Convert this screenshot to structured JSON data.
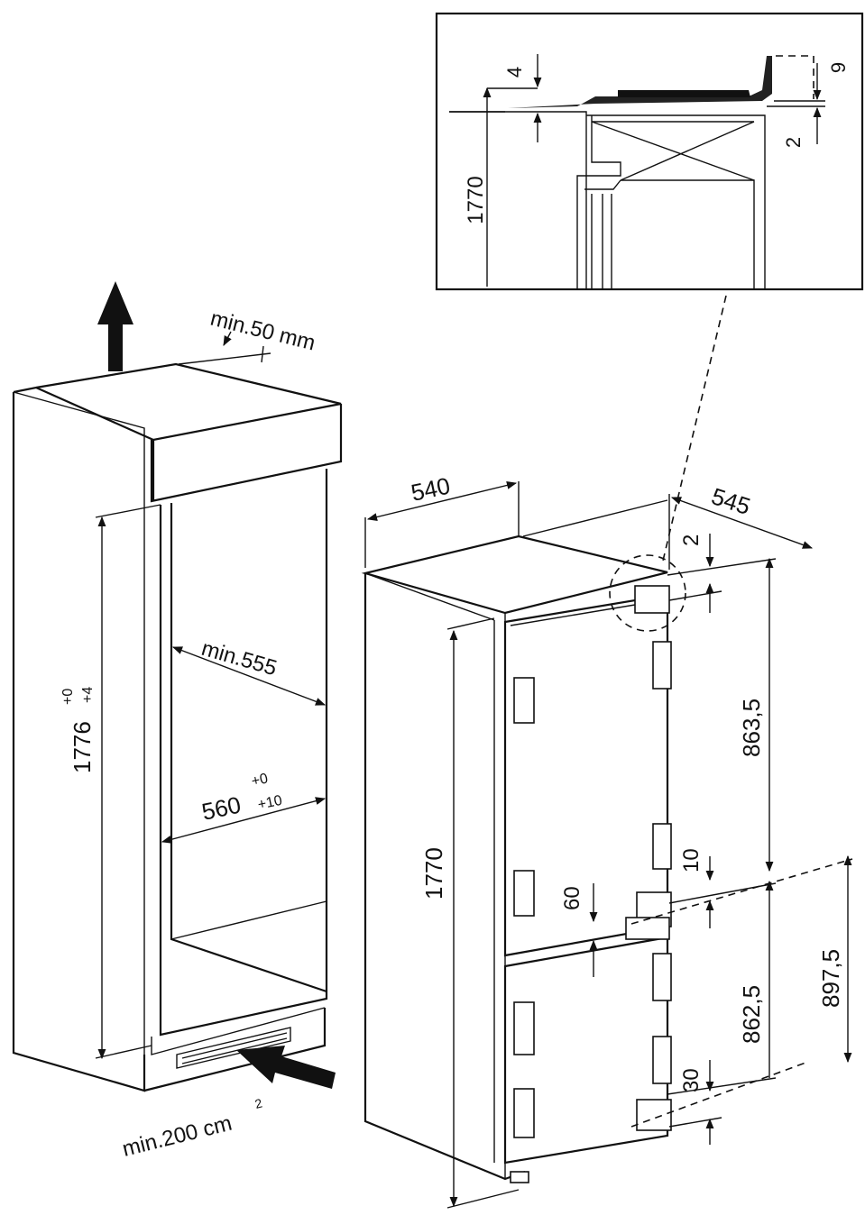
{
  "detail": {
    "dim_gap_top": "4",
    "dim_gap_side": "9",
    "dim_lip": "2",
    "dim_height": "1770"
  },
  "niche": {
    "ventilation_top": "min.50 mm",
    "height_main": "1776",
    "height_sup": "+0",
    "height_sub": "+4",
    "depth": "min.555",
    "width_main": "560",
    "width_sup": "+0",
    "width_sub": "+10",
    "ventilation_bottom_main": "min.200 cm",
    "ventilation_bottom_sup": "2"
  },
  "appliance": {
    "width": "540",
    "depth": "545",
    "gap_top": "2",
    "height": "1770",
    "upper_door": "863,5",
    "gap_middle": "10",
    "lower_door": "862,5",
    "hinge_offset": "897,5",
    "door_gap": "60",
    "bottom_gap": "30"
  }
}
